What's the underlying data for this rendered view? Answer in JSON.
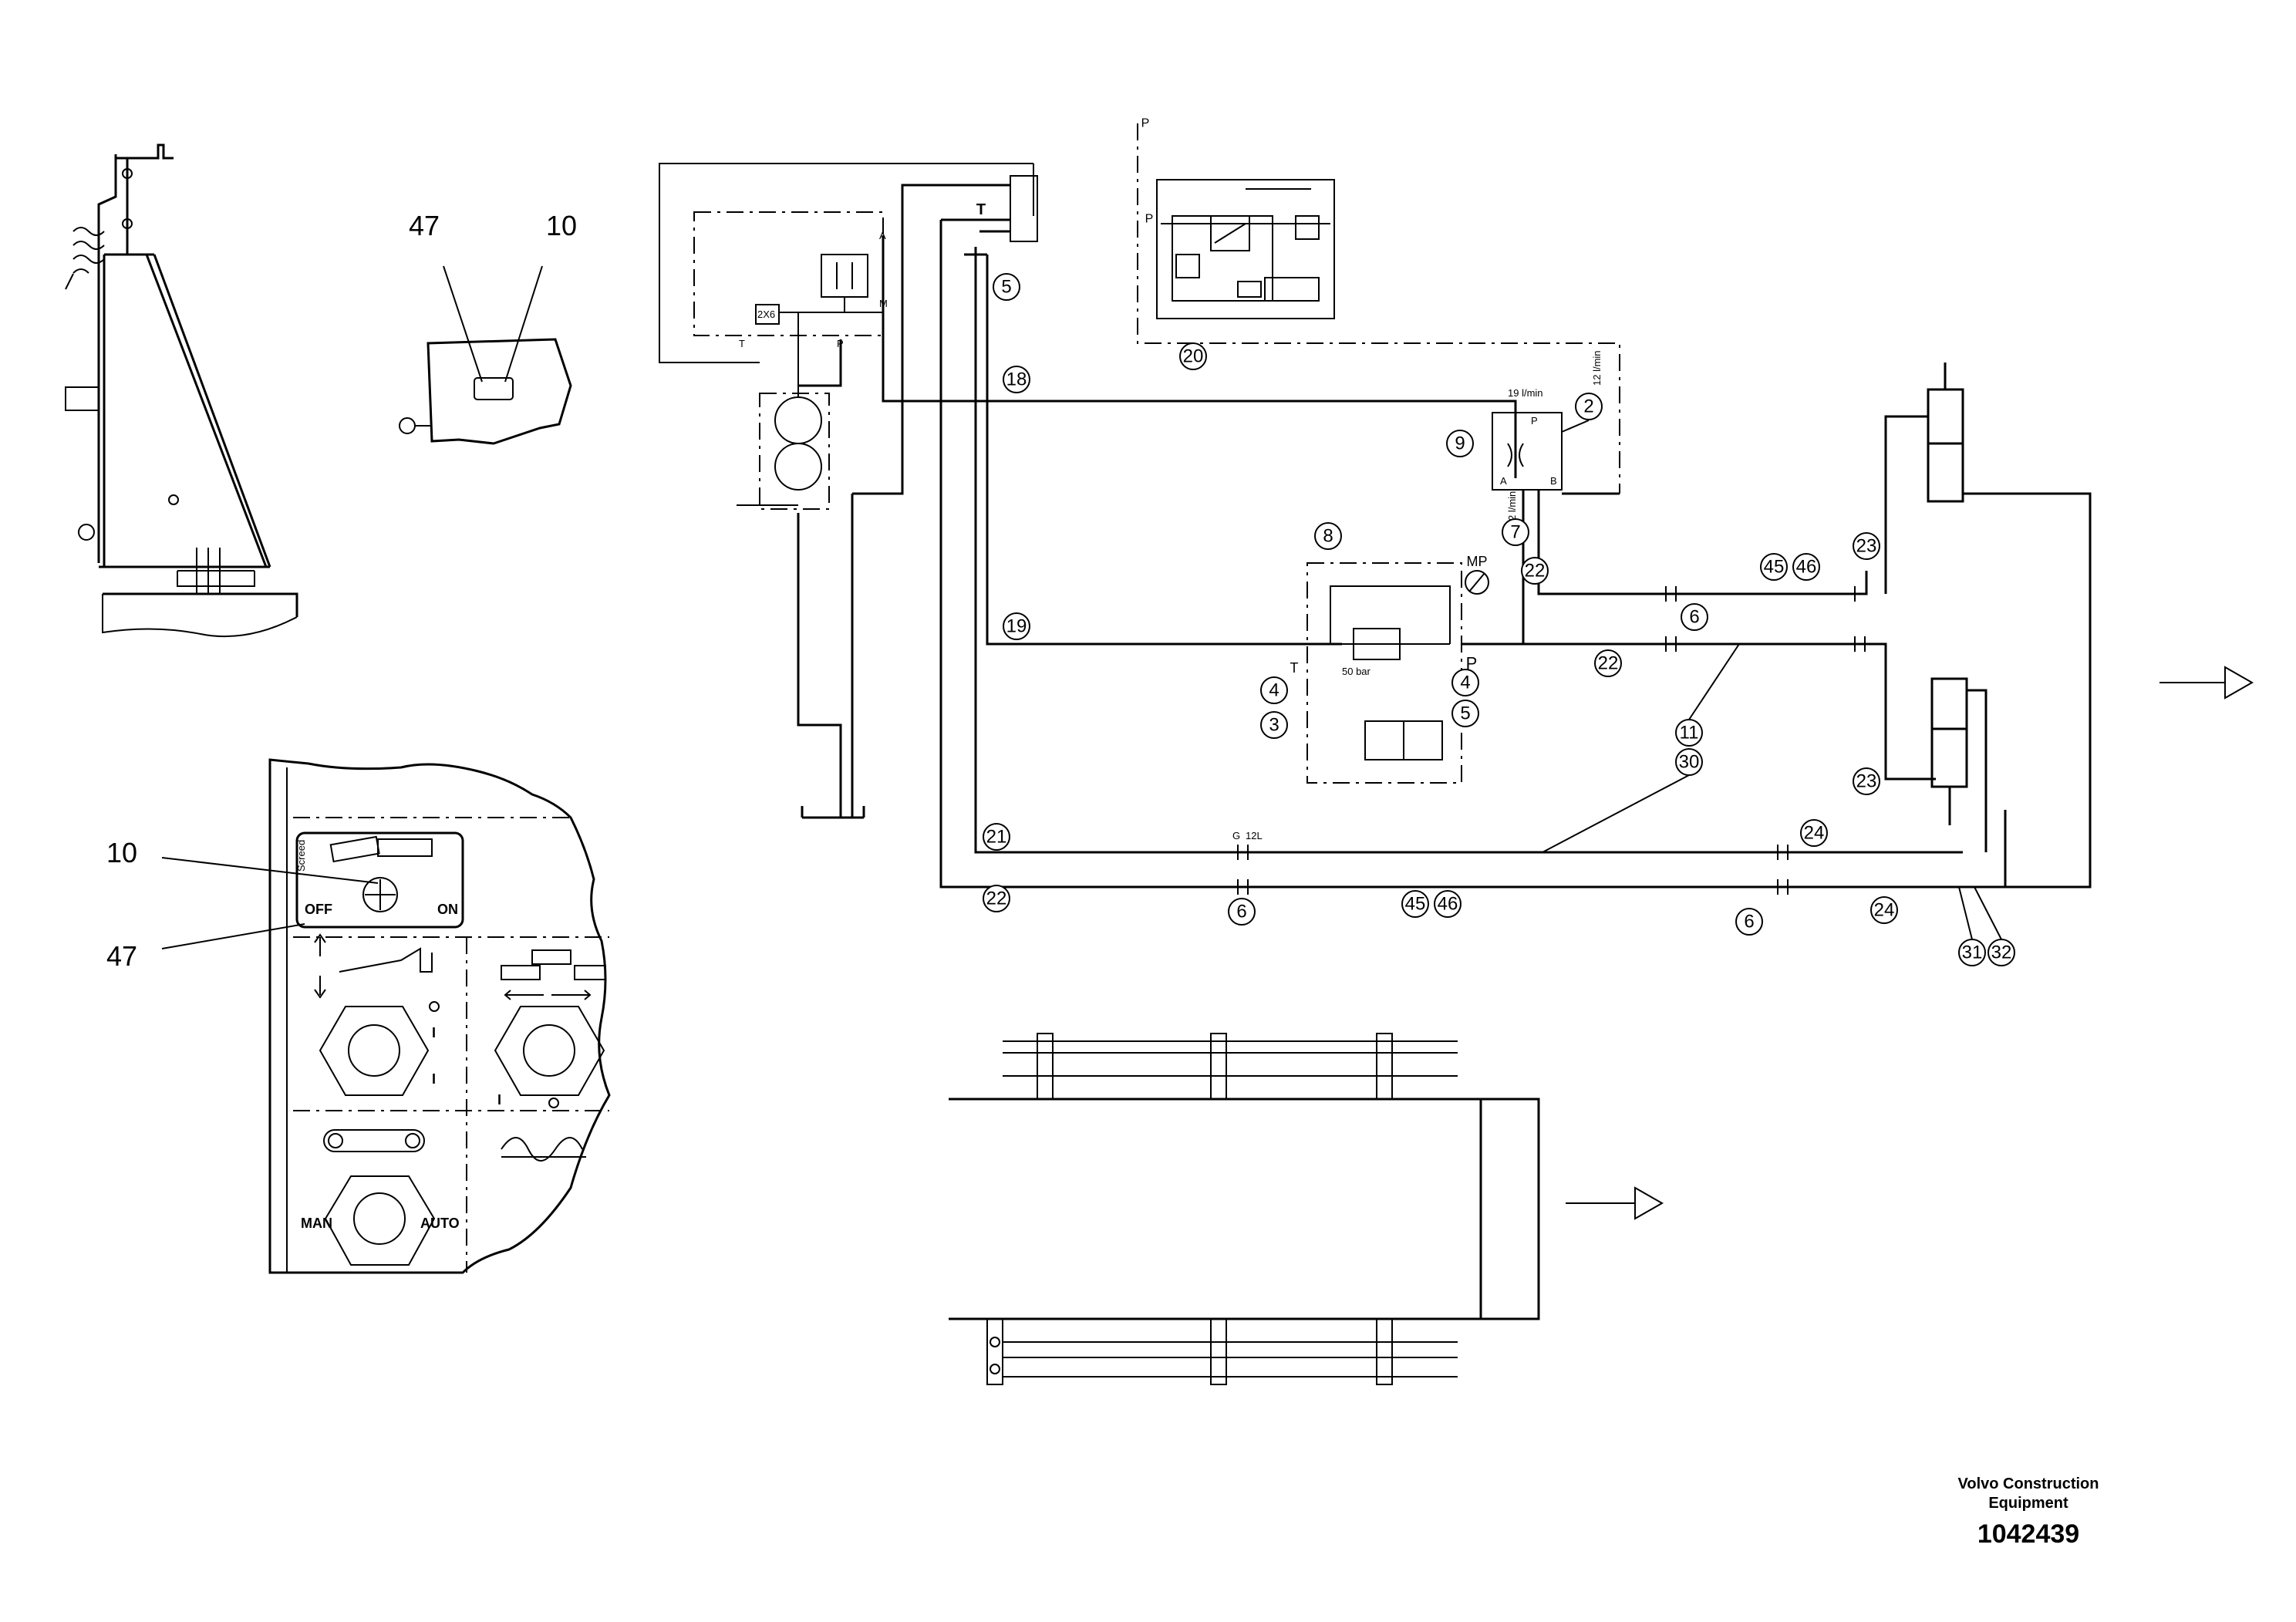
{
  "callouts": {
    "c2": "2",
    "c3": "3",
    "c4a": "4",
    "c4b": "4",
    "c5a": "5",
    "c5b": "5",
    "c6a": "6",
    "c6b": "6",
    "c6c": "6",
    "c7": "7",
    "c8": "8",
    "c9": "9",
    "c11": "11",
    "c18": "18",
    "c19": "19",
    "c20": "20",
    "c21": "21",
    "c22a": "22",
    "c22b": "22",
    "c22c": "22",
    "c23a": "23",
    "c23b": "23",
    "c24a": "24",
    "c24b": "24",
    "c30": "30",
    "c31": "31",
    "c32": "32",
    "c45a": "45",
    "c46a": "46",
    "c45b": "45",
    "c46b": "46"
  },
  "labels": {
    "port_p_top": "P",
    "port_p_main": "P",
    "port_p_small": "P",
    "port_t_main": "T",
    "port_t_small": "T",
    "port_a": "A",
    "port_b": "B",
    "port_m": "M",
    "mp": "MP",
    "pressure": "50 bar",
    "flow_19": "19 l/min",
    "flow_12": "12 l/min",
    "flow_2": "2 l/min",
    "gauge_g": "G",
    "gauge_12l": "12L",
    "pump_tag": "2X6"
  },
  "detail": {
    "num_47_top": "47",
    "num_10_top": "10",
    "num_10_panel": "10",
    "num_47_panel": "47"
  },
  "panel": {
    "switch_label": "Screed",
    "off_label": "OFF",
    "on_label": "ON",
    "man_label": "MAN",
    "auto_label": "AUTO",
    "mark_i1": "I",
    "mark_i2": "I",
    "mark_i3": "I"
  },
  "footer": {
    "company_line1": "Volvo Construction",
    "company_line2": "Equipment",
    "doc_number": "1042439"
  }
}
